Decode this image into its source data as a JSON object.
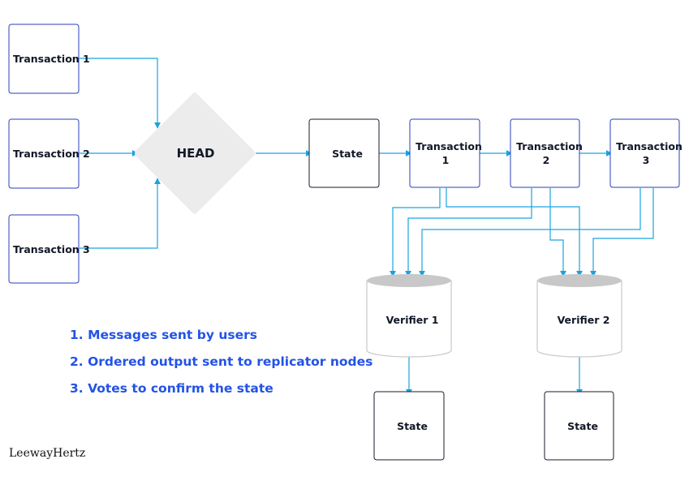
{
  "colors": {
    "connector": "#1aa3e0",
    "node_border": "#2a3fb8",
    "state_border": "#1a1a2e",
    "head_fill": "#ececec",
    "cylinder_top": "#c8c8c8",
    "legend_text": "#2353e6"
  },
  "nodes": {
    "input_tx1": "Transaction 1",
    "input_tx2": "Transaction 2",
    "input_tx3": "Transaction 3",
    "head": "HEAD",
    "state_main": "State",
    "chain_tx1": [
      "Transaction",
      "1"
    ],
    "chain_tx2": [
      "Transaction",
      "2"
    ],
    "chain_tx3": [
      "Transaction",
      "3"
    ],
    "verifier1": "Verifier 1",
    "verifier2": "Verifier 2",
    "state_v1": "State",
    "state_v2": "State"
  },
  "legend": [
    "1. Messages sent by users",
    "2. Ordered output sent to replicator nodes",
    "3. Votes to confirm the state"
  ],
  "brand": "LeewayHertz"
}
